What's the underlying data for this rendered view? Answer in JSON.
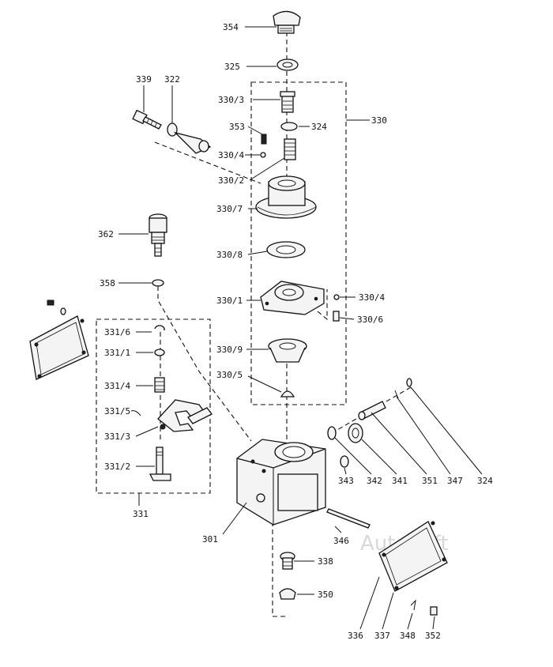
{
  "diagram": {
    "watermark": "AutoSoft",
    "labels": {
      "p354": "354",
      "p325": "325",
      "p339": "339",
      "p322": "322",
      "p330_3": "330/3",
      "p330": "330",
      "p353": "353",
      "p324a": "324",
      "p330_4a": "330/4",
      "p330_2": "330/2",
      "p330_7": "330/7",
      "p362": "362",
      "p330_8": "330/8",
      "p358": "358",
      "p330_1": "330/1",
      "p330_4b": "330/4",
      "p330_6": "330/6",
      "p331_6": "331/6",
      "p331_1": "331/1",
      "p330_9": "330/9",
      "p331_4": "331/4",
      "p330_5": "330/5",
      "p331_5": "331/5",
      "p331_3": "331/3",
      "p331_2": "331/2",
      "p331": "331",
      "p301": "301",
      "p343": "343",
      "p342": "342",
      "p341": "341",
      "p351": "351",
      "p347": "347",
      "p324b": "324",
      "p346": "346",
      "p338": "338",
      "p350": "350",
      "p336": "336",
      "p337": "337",
      "p348": "348",
      "p352": "352"
    }
  }
}
